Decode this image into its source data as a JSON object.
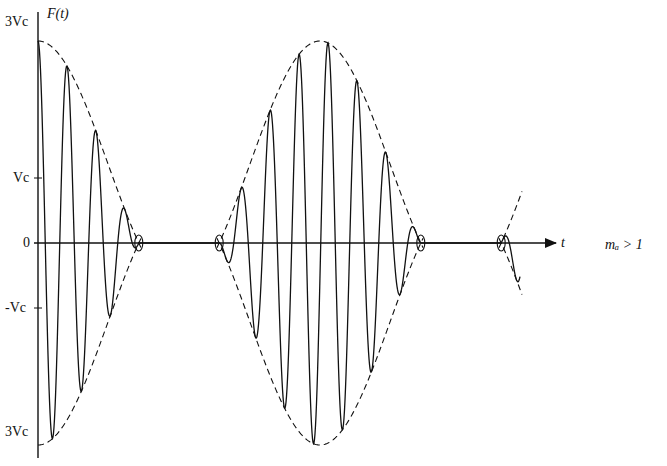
{
  "diagram": {
    "labels": [
      "F(t)",
      "3Vc",
      "Vc",
      "0",
      "-Vc",
      "3Vc",
      "t",
      "mₐ > 1"
    ]
  }
}
